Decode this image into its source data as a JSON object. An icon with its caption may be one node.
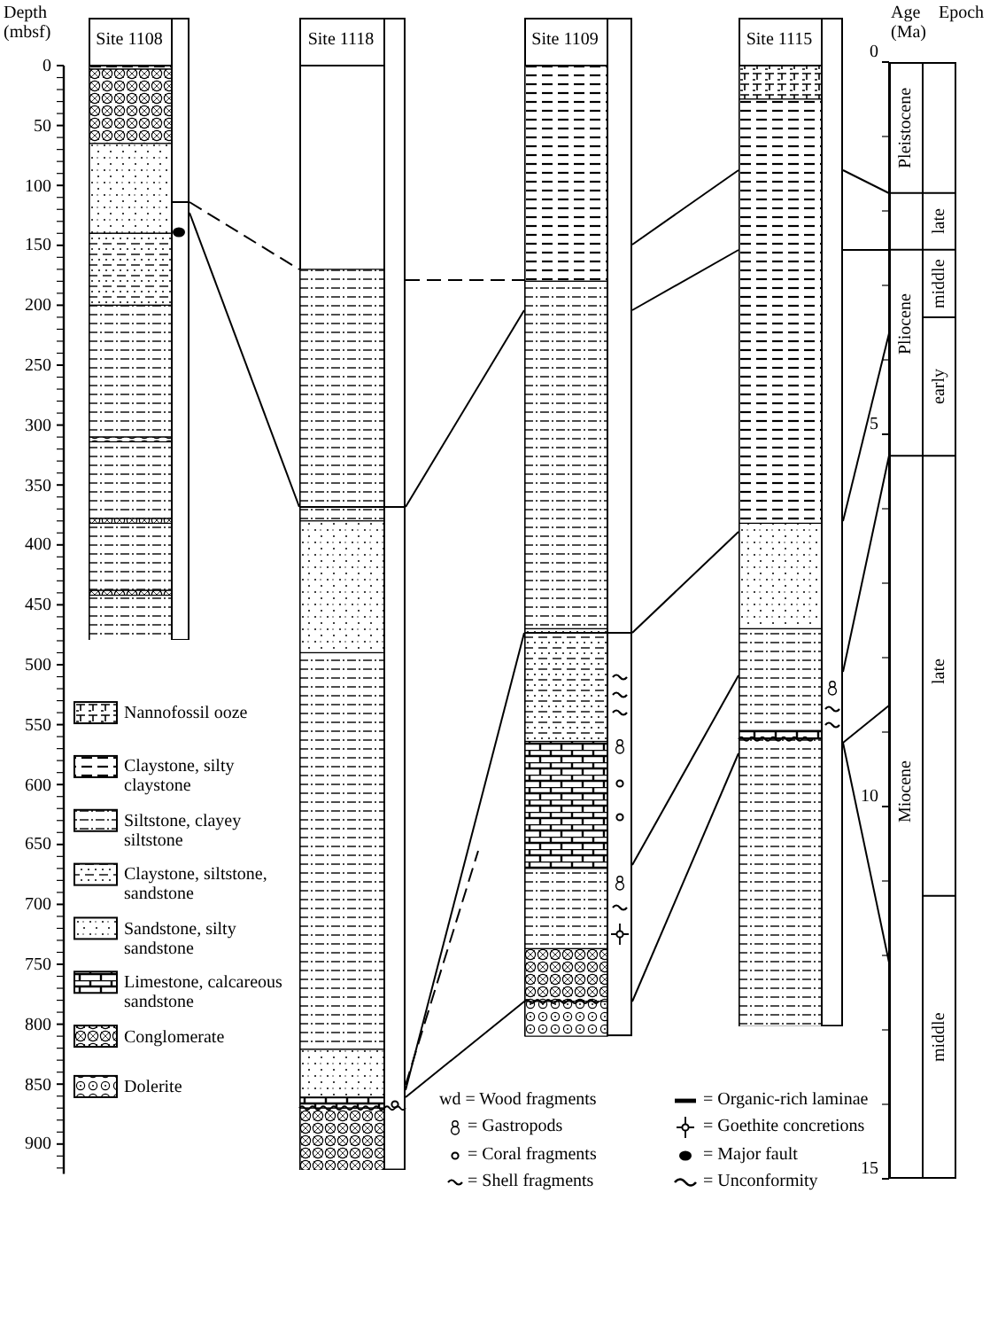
{
  "diagram": {
    "nodes": [
      {
        "text": [
          "Site 1108"
        ]
      },
      {
        "text": [
          "Site 1118"
        ]
      },
      {
        "text": [
          "Site 1109"
        ]
      },
      {
        "text": [
          "Site 1115"
        ]
      },
      {
        "text": [],
        "shape": "bar"
      }
    ],
    "edges": [
      {
        "from": 0,
        "to": 1,
        "arrow": "none",
        "style": "dashed"
      },
      {
        "from": 0,
        "to": 1,
        "arrow": "none"
      },
      {
        "from": 1,
        "to": 2,
        "arrow": "none",
        "style": "dashed"
      },
      {
        "from": 1,
        "to": 2,
        "arrow": "none"
      },
      {
        "from": 1,
        "to": 2,
        "arrow": "none"
      },
      {
        "from": 1,
        "to": null,
        "arrow": "none",
        "style": "dashed"
      },
      {
        "from": 1,
        "to": 2,
        "arrow": "none"
      },
      {
        "from": 2,
        "to": 3,
        "arrow": "none"
      },
      {
        "from": 2,
        "to": 3,
        "arrow": "none"
      },
      {
        "from": 2,
        "to": 3,
        "arrow": "none"
      },
      {
        "from": 2,
        "to": 3,
        "arrow": "none"
      },
      {
        "from": 2,
        "to": 3,
        "arrow": "none"
      },
      {
        "from": 3,
        "to": 4,
        "arrow": "none"
      },
      {
        "from": 3,
        "to": 4,
        "arrow": "none"
      },
      {
        "from": 3,
        "to": 4,
        "arrow": "none"
      },
      {
        "from": 3,
        "to": 4,
        "arrow": "none"
      },
      {
        "from": 3,
        "to": 4,
        "arrow": "none"
      },
      {
        "from": 3,
        "to": 4,
        "arrow": "none"
      }
    ],
    "labels": [
      "Depth (mbsf)",
      "0",
      "50",
      "100",
      "150",
      "200",
      "250",
      "300",
      "350",
      "400",
      "450",
      "500",
      "550",
      "600",
      "650",
      "700",
      "750",
      "800",
      "850",
      "900",
      "Age (Ma)",
      "Epoch",
      "0",
      "5",
      "10",
      "15",
      "Pleistocene",
      "late",
      "middle",
      "Pliocene",
      "early",
      "late",
      "Miocene",
      "middle"
    ],
    "legend": [
      {
        "text": "Nannofossil ooze"
      },
      {
        "text": "Claystone, silty claystone"
      },
      {
        "text": "Siltstone, clayey siltstone"
      },
      {
        "text": "Claystone, siltstone, sandstone"
      },
      {
        "text": "Sandstone, silty sandstone"
      },
      {
        "text": "Limestone, calcareous sandstone"
      },
      {
        "text": "Conglomerate"
      },
      {
        "text": "Dolerite"
      },
      {
        "text": "wd = Wood fragments"
      },
      {
        "text": "= Gastropods"
      },
      {
        "text": "= Coral fragments"
      },
      {
        "text": "= Shell fragments"
      },
      {
        "text": "= Organic-rich laminae"
      },
      {
        "text": "= Goethite concretions"
      },
      {
        "text": "= Major fault"
      },
      {
        "text": "= Unconformity"
      }
    ]
  }
}
